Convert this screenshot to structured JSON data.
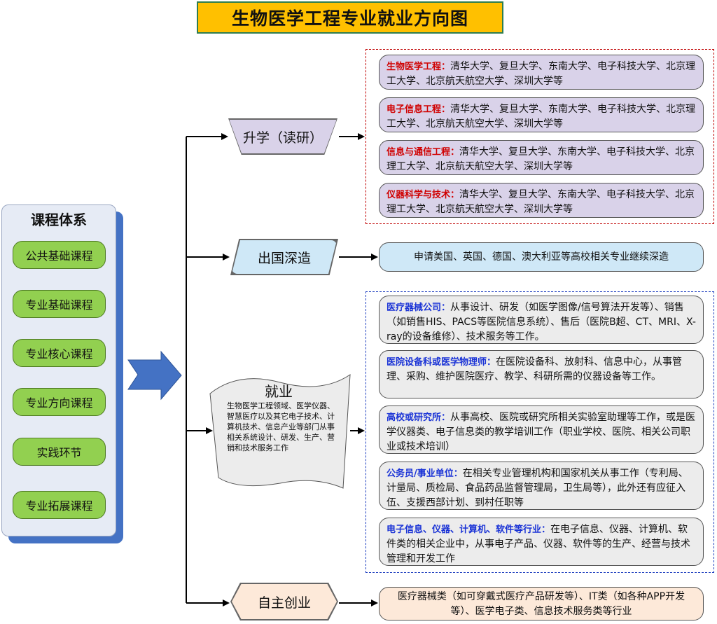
{
  "title": "生物医学工程专业就业方向图",
  "curriculum": {
    "title": "课程体系",
    "courses": [
      "公共基础课程",
      "专业基础课程",
      "专业核心课程",
      "专业方向课程",
      "实践环节",
      "专业拓展课程"
    ]
  },
  "categories": {
    "study": "升学（读研）",
    "abroad": "出国深造",
    "employment_title": "就业",
    "employment_desc": "生物医学工程领域、医学仪器、智慧医疗以及其它电子技术、计算机技术、信息产业等部门从事相关系统设计、研发、生产、营销和技术服务工作",
    "self_employ": "自主创业"
  },
  "study_items": [
    {
      "label": "生物医学工程：",
      "text": "清华大学、复旦大学、东南大学、电子科技大学、北京理工大学、北京航天航空大学、深圳大学等"
    },
    {
      "label": "电子信息工程：",
      "text": "清华大学、复旦大学、东南大学、电子科技大学、北京理工大学、北京航天航空大学、深圳大学等"
    },
    {
      "label": "信息与通信工程：",
      "text": "清华大学、复旦大学、东南大学、电子科技大学、北京理工大学、北京航天航空大学、深圳大学等"
    },
    {
      "label": "仪器科学与技术：",
      "text": "清华大学、复旦大学、东南大学、电子科技大学、北京理工大学、北京航天航空大学、深圳大学等"
    }
  ],
  "abroad_text": "申请美国、英国、德国、澳大利亚等高校相关专业继续深造",
  "job_items": [
    {
      "label": "医疗器械公司：",
      "text": "从事设计、研发（如医学图像/信号算法开发等）、销售（如销售HIS、PACS等医院信息系统）、售后（医院B超、CT、MRI、X-ray的设备维修）、技术服务等工作。"
    },
    {
      "label": "医院设备科或医学物理师：",
      "text": "在医院设备科、放射科、信息中心，从事管理、采购、维护医院医疗、教学、科研所需的仪器设备等工作。"
    },
    {
      "label": "高校或研究所：",
      "text": "从事高校、医院或研究所相关实验室助理等工作，或是医学仪器类、电子信息类的教学培训工作（职业学校、医院、相关公司职业或技术培训）"
    },
    {
      "label": "公务员/事业单位：",
      "text": "在相关专业管理机构和国家机关从事工作（专利局、计量局、质检局、食品药品监督管理局，卫生局等），此外还有应征入伍、支援西部计划、到村任职等"
    },
    {
      "label": "电子信息、仪器、计算机、软件等行业：",
      "text": "在电子信息、仪器、计算机、软件类的相关企业中，从事电子产品、仪器、软件等的生产、经营与技术管理和开发工作"
    }
  ],
  "self_text": "医疗器械类（如可穿戴式医疗产品研发等）、IT类（如各种APP开发等）、医学电子类、信息技术服务类等行业",
  "colors": {
    "title_bg": "#ffc000",
    "course_green": "#92d050",
    "arrow_blue": "#4472c4",
    "study_purple": "#d9d2e9",
    "job_gray": "#ececec",
    "red_label": "#d00000",
    "blue_label": "#1a33d6"
  }
}
